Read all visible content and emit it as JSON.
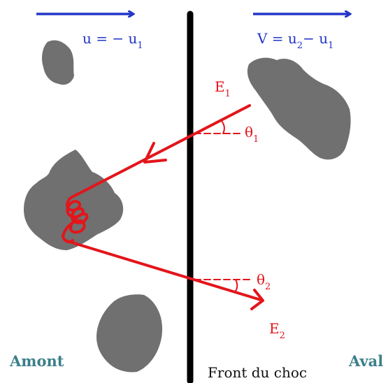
{
  "labels": {
    "u_main": "u = − u",
    "u_sub": "1",
    "V_pre": "V = u",
    "V_sub2": "2",
    "V_mid": "− u",
    "V_sub1": "1",
    "E1_main": "E",
    "E1_sub": "1",
    "E2_main": "E",
    "E2_sub": "2",
    "theta1_main": "θ",
    "theta1_sub": "1",
    "theta2_main": "θ",
    "theta2_sub": "2",
    "amont": "Amont",
    "aval": "Aval",
    "front": "Front du choc"
  },
  "colors": {
    "blue": "#2436c8",
    "red": "#e3151b",
    "cloud_gray": "#707070",
    "shock_front": "#000000",
    "region_label": "#3b7f8a"
  }
}
